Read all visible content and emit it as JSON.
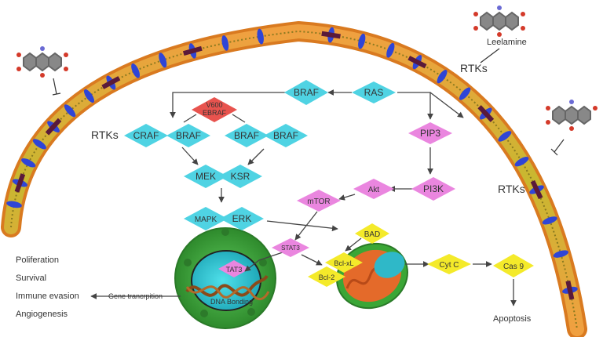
{
  "labels": {
    "leelamine": "Leelamine",
    "rtks_top_right": "RTKs",
    "rtks_left": "RTKs",
    "rtks_right": "RTKs",
    "gene_transcription": "Gene trancrpition",
    "apoptosis": "Apoptosis"
  },
  "nodes": {
    "braf_top": "BRAF",
    "ras": "RAS",
    "v600e_braf_line1": "V600",
    "v600e_braf_line2": "EBRAF",
    "craf": "CRAF",
    "braf_a": "BRAF",
    "braf_b": "BRAF",
    "braf_c": "BRAF",
    "pip3": "PIP3",
    "mek": "MEK",
    "ksr": "KSR",
    "akt": "Akt",
    "pi3k": "PI3K",
    "mtor": "mTOR",
    "mapk": "MAPK",
    "erk": "ERK",
    "stat3": "STAT3",
    "bad": "BAD",
    "bclxl": "Bcl-xL",
    "bcl2": "Bcl-2",
    "cytc": "Cyt C",
    "cas9": "Cas 9",
    "tat3": "TAT3",
    "dna_bonding": "DNA Bonding"
  },
  "outcomes": [
    "Poliferation",
    "Survival",
    "Immune evasion",
    "Angiogenesis"
  ],
  "colors": {
    "cyan": "#4fd3e3",
    "pink": "#ea86df",
    "red": "#e8534e",
    "yellow": "#f4ea2a",
    "nucleus_green": "#3ea63a",
    "membrane_orange": "#e08a2a",
    "receptor_blue": "#2f45d6"
  }
}
